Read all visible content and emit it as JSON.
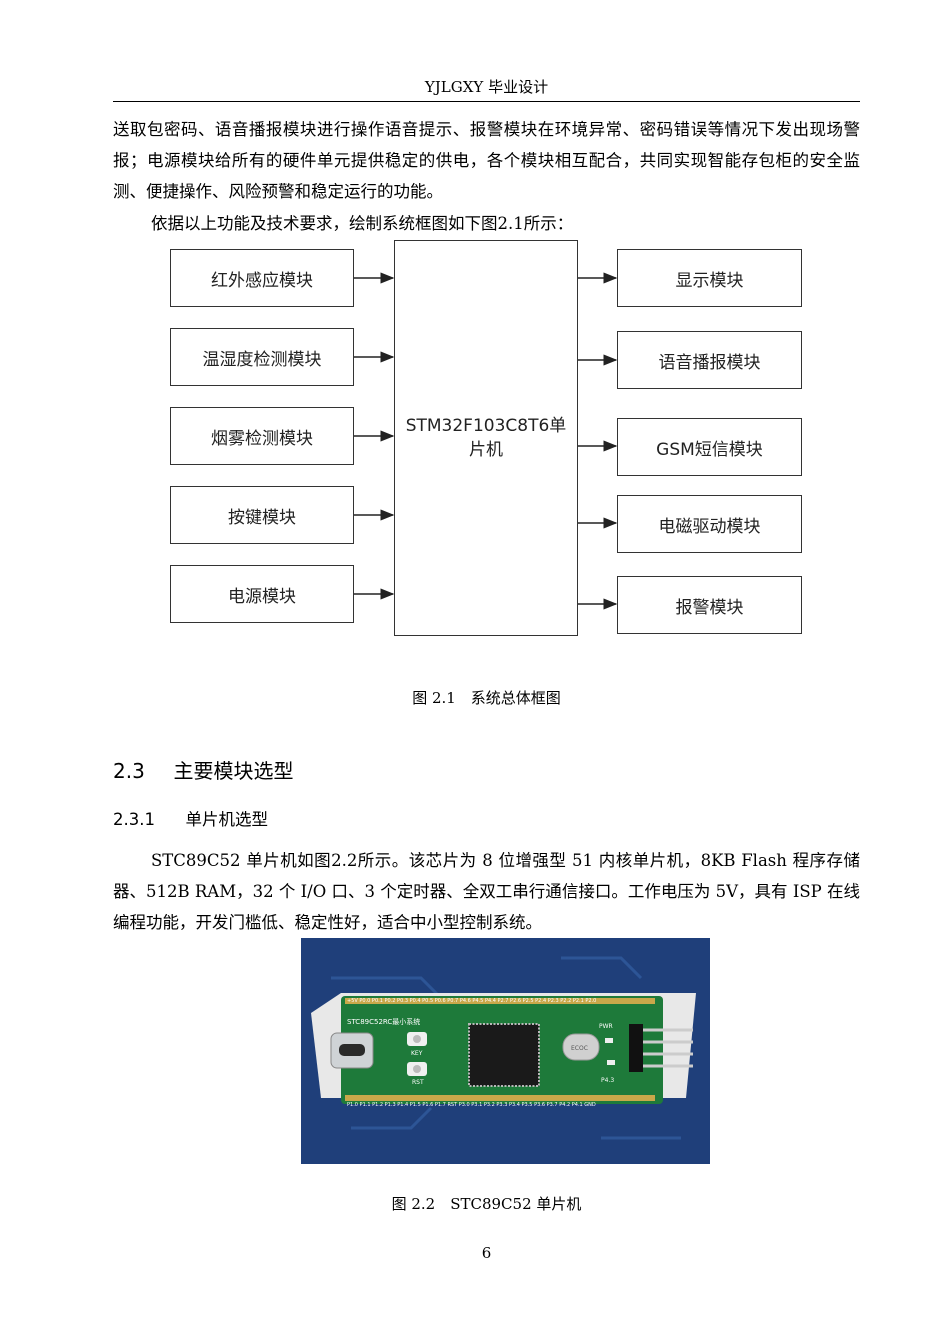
{
  "header": {
    "title": "YJLGXY 毕业设计"
  },
  "intro": {
    "para1": "送取包密码、语音播报模块进行操作语音提示、报警模块在环境异常、密码错误等情况下发出现场警报；电源模块给所有的硬件单元提供稳定的供电，各个模块相互配合，共同实现智能存包柜的安全监测、便捷操作、风险预警和稳定运行的功能。",
    "para2": "依据以上功能及技术要求，绘制系统框图如下图2.1所示："
  },
  "diagram": {
    "inputs": [
      "红外感应模块",
      "温湿度检测模块",
      "烟雾检测模块",
      "按键模块",
      "电源模块"
    ],
    "center": "STM32F103C8T6单片机",
    "outputs": [
      "显示模块",
      "语音播报模块",
      "GSM短信模块",
      "电磁驱动模块",
      "报警模块"
    ]
  },
  "figure1": {
    "caption": "图 2.1　系统总体框图"
  },
  "section": {
    "number": "2.3",
    "title": "主要模块选型"
  },
  "subsection": {
    "number": "2.3.1",
    "title": "单片机选型"
  },
  "body": {
    "para": "STC89C52 单片机如图2.2所示。该芯片为 8 位增强型 51 内核单片机，8KB Flash 程序存储器、512B RAM，32 个 I/O 口、3 个定时器、全双工串行通信接口。工作电压为 5V，具有 ISP 在线编程功能，开发门槛低、稳定性好，适合中小型控制系统。"
  },
  "board": {
    "top_pins": "+5V P0.0 P0.1 P0.2 P0.3 P0.4 P0.5 P0.6 P0.7 P4.6 P4.5 P4.4 P2.7 P2.6 P2.5 P2.4 P2.3 P2.2 P2.1 P2.0",
    "bottom_pins": "P1.0 P1.1 P1.2 P1.3 P1.4 P1.5 P1.6 P1.7 RST P3.0 P3.1 P3.2 P3.3 P3.4 P3.5 P3.6 P3.7 P4.2 P4.1 GND",
    "silk": "STC89C52RC最小系统",
    "key": "KEY",
    "rst": "RST",
    "pwr": "PWR",
    "p43": "P4.3",
    "crystal": "ECOC",
    "colors": {
      "background": "#1f3f7a",
      "pcb": "#1e7a3a",
      "chip": "#1a1a1a"
    }
  },
  "figure2": {
    "caption": "图 2.2　STC89C52 单片机"
  },
  "page": {
    "number": "6"
  }
}
